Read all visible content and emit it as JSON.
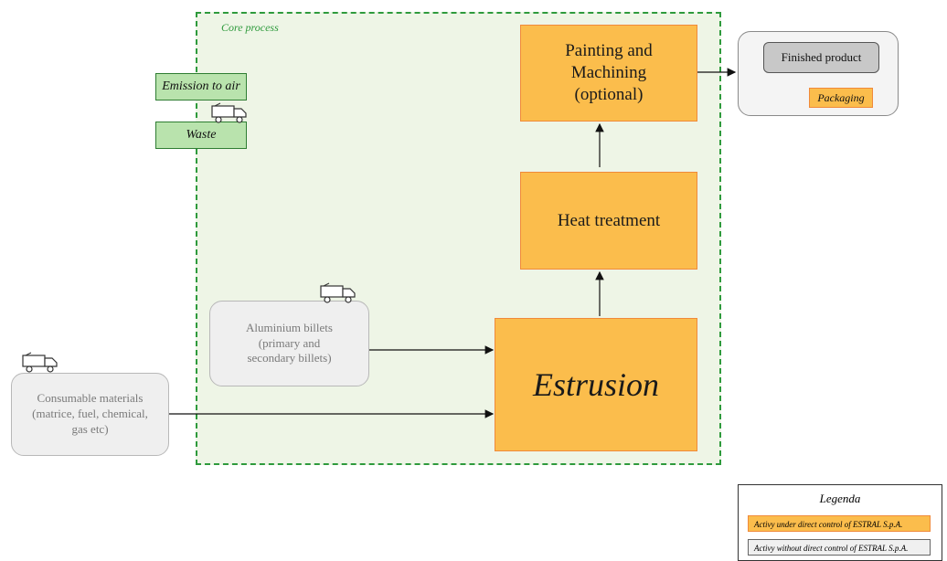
{
  "core_process": {
    "label": "Core process"
  },
  "outputs": {
    "emission": "Emission to air",
    "waste": "Waste"
  },
  "boxes": {
    "painting": "Painting and Machining (optional)",
    "heat": "Heat treatment",
    "estrusion": "Estrusion",
    "aluminium": "Aluminium billets (primary and secondary billets)",
    "consumables": "Consumable materials (matrice, fuel, chemical, gas etc)"
  },
  "finished": {
    "product": "Finished product",
    "packaging": "Packaging"
  },
  "legend": {
    "title": "Legenda",
    "direct": "Activy under direct control of ESTRAL S.p.A.",
    "indirect": "Activy without direct control of ESTRAL S.p.A."
  },
  "colors": {
    "core_border": "#2e9a3c",
    "core_fill": "#eef5e6",
    "orange_fill": "#fbbd4c",
    "orange_border": "#f08a3a",
    "grey_fill": "#efefef",
    "green_fill": "#b9e3ad"
  },
  "icons": [
    "truck-icon"
  ]
}
